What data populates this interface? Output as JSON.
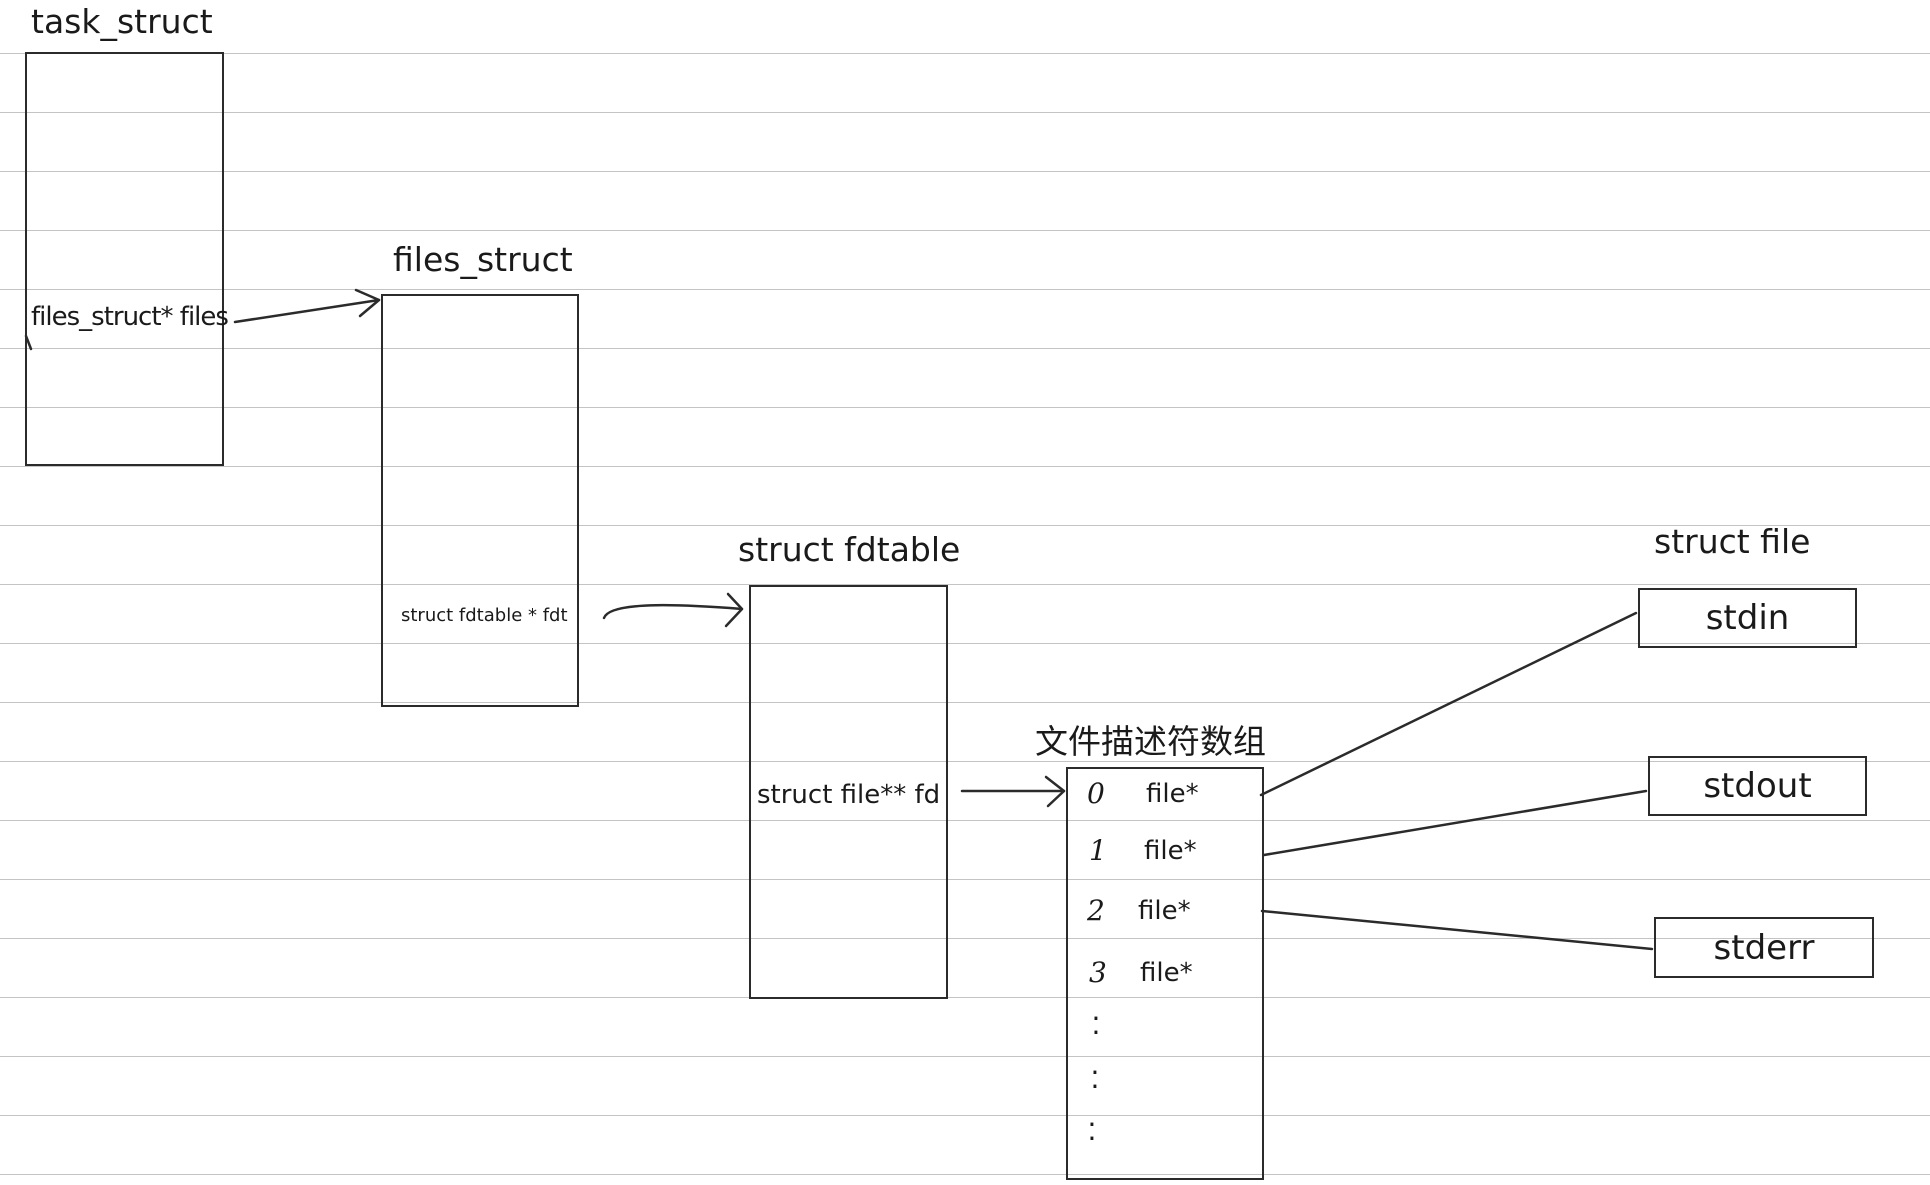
{
  "structs": {
    "task_struct": {
      "title": "task_struct",
      "field": "files_struct* files"
    },
    "files_struct": {
      "title": "files_struct",
      "field": "struct  fdtable * fdt"
    },
    "fdtable": {
      "title": "struct  fdtable",
      "field": "struct  file** fd"
    },
    "fd_array": {
      "title": "文件描述符数组",
      "entries": [
        {
          "index": "0",
          "value": "file*"
        },
        {
          "index": "1",
          "value": "file*"
        },
        {
          "index": "2",
          "value": "file*"
        },
        {
          "index": "3",
          "value": "file*"
        }
      ]
    },
    "struct_file": {
      "title": "struct file",
      "files": [
        "stdin",
        "stdout",
        "stderr"
      ]
    }
  }
}
